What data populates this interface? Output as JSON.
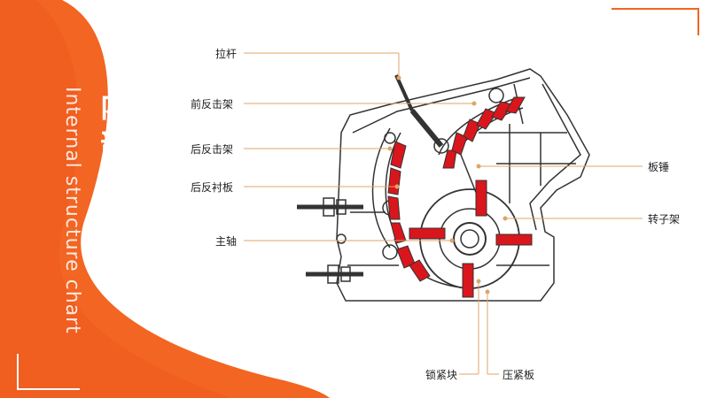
{
  "title_chars": [
    "内",
    "部",
    "结",
    "构",
    "图"
  ],
  "subtitle": "Internal structure chart",
  "colors": {
    "accent": "#f26522",
    "accent_dark": "#e84d1c",
    "leader": "#e0a46a",
    "line": "#333333",
    "hammer": "#d9161c"
  },
  "labels": {
    "tie_rod": "拉杆",
    "front_impact_frame": "前反击架",
    "rear_impact_frame": "后反击架",
    "rear_liner": "后反衬板",
    "main_shaft": "主轴",
    "blow_bar": "板锤",
    "rotor_frame": "转子架",
    "lock_block": "锁紧块",
    "pressing_plate": "压紧板"
  }
}
